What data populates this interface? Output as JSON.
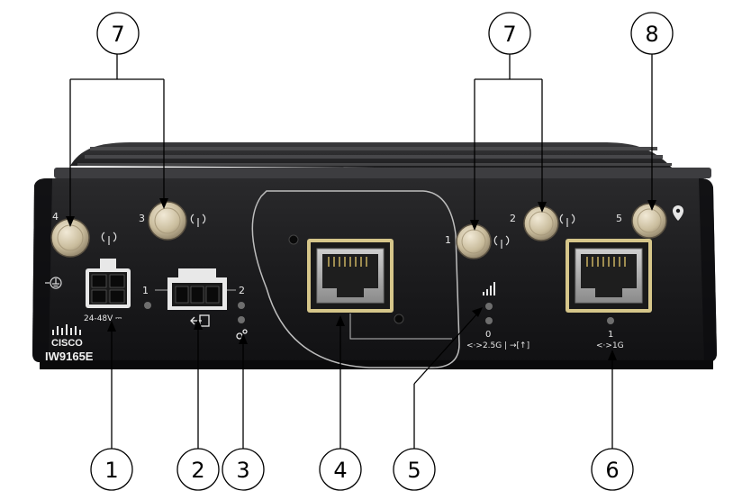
{
  "device": {
    "brand": "CISCO",
    "model": "IW9165E",
    "power_rating": "24-48V ⎓",
    "antenna_port_labels": [
      "4",
      "3",
      "1",
      "2",
      "5"
    ],
    "power_led_labels": [
      "1",
      "2"
    ],
    "eth0_label": "0",
    "eth0_speed_label": "<·>2.5G | →[↑]",
    "eth1_label": "1",
    "eth1_speed_label": "<·>1G"
  },
  "callouts": [
    {
      "id": "1",
      "label": "1"
    },
    {
      "id": "2",
      "label": "2"
    },
    {
      "id": "3",
      "label": "3"
    },
    {
      "id": "4",
      "label": "4"
    },
    {
      "id": "5",
      "label": "5"
    },
    {
      "id": "6",
      "label": "6"
    },
    {
      "id": "7a",
      "label": "7"
    },
    {
      "id": "7b",
      "label": "7"
    },
    {
      "id": "8",
      "label": "8"
    }
  ],
  "icons": [
    "ground-icon",
    "antenna-signal-icon",
    "signal-bars-icon",
    "gear-icon",
    "location-pin-icon",
    "swap-arrow-icon",
    "cisco-logo"
  ]
}
